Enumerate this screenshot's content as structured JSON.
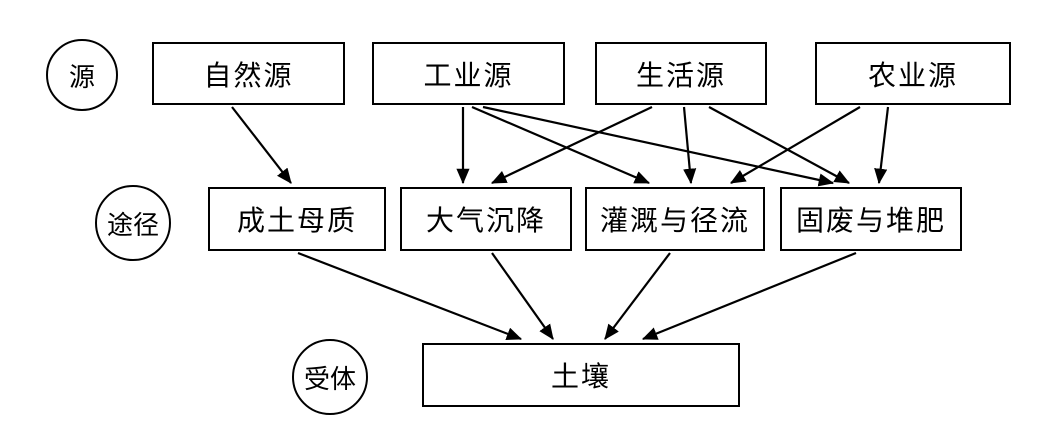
{
  "colors": {
    "line": "#000000",
    "box_border": "#000000",
    "background": "#ffffff",
    "text": "#000000"
  },
  "rows": {
    "sources": {
      "category_label": "源",
      "items": [
        {
          "label": "自然源"
        },
        {
          "label": "工业源"
        },
        {
          "label": "生活源"
        },
        {
          "label": "农业源"
        }
      ]
    },
    "pathways": {
      "category_label": "途径",
      "items": [
        {
          "label": "成土母质"
        },
        {
          "label": "大气沉降"
        },
        {
          "label": "灌溉与径流"
        },
        {
          "label": "固废与堆肥"
        }
      ]
    },
    "receptor": {
      "category_label": "受体",
      "items": [
        {
          "label": "土壤"
        }
      ]
    }
  },
  "edges": [
    {
      "from": "自然源",
      "to": "成土母质"
    },
    {
      "from": "工业源",
      "to": "大气沉降"
    },
    {
      "from": "工业源",
      "to": "灌溉与径流"
    },
    {
      "from": "工业源",
      "to": "固废与堆肥"
    },
    {
      "from": "生活源",
      "to": "大气沉降"
    },
    {
      "from": "生活源",
      "to": "灌溉与径流"
    },
    {
      "from": "生活源",
      "to": "固废与堆肥"
    },
    {
      "from": "农业源",
      "to": "灌溉与径流"
    },
    {
      "from": "农业源",
      "to": "固废与堆肥"
    },
    {
      "from": "成土母质",
      "to": "土壤"
    },
    {
      "from": "大气沉降",
      "to": "土壤"
    },
    {
      "from": "灌溉与径流",
      "to": "土壤"
    },
    {
      "from": "固废与堆肥",
      "to": "土壤"
    }
  ]
}
